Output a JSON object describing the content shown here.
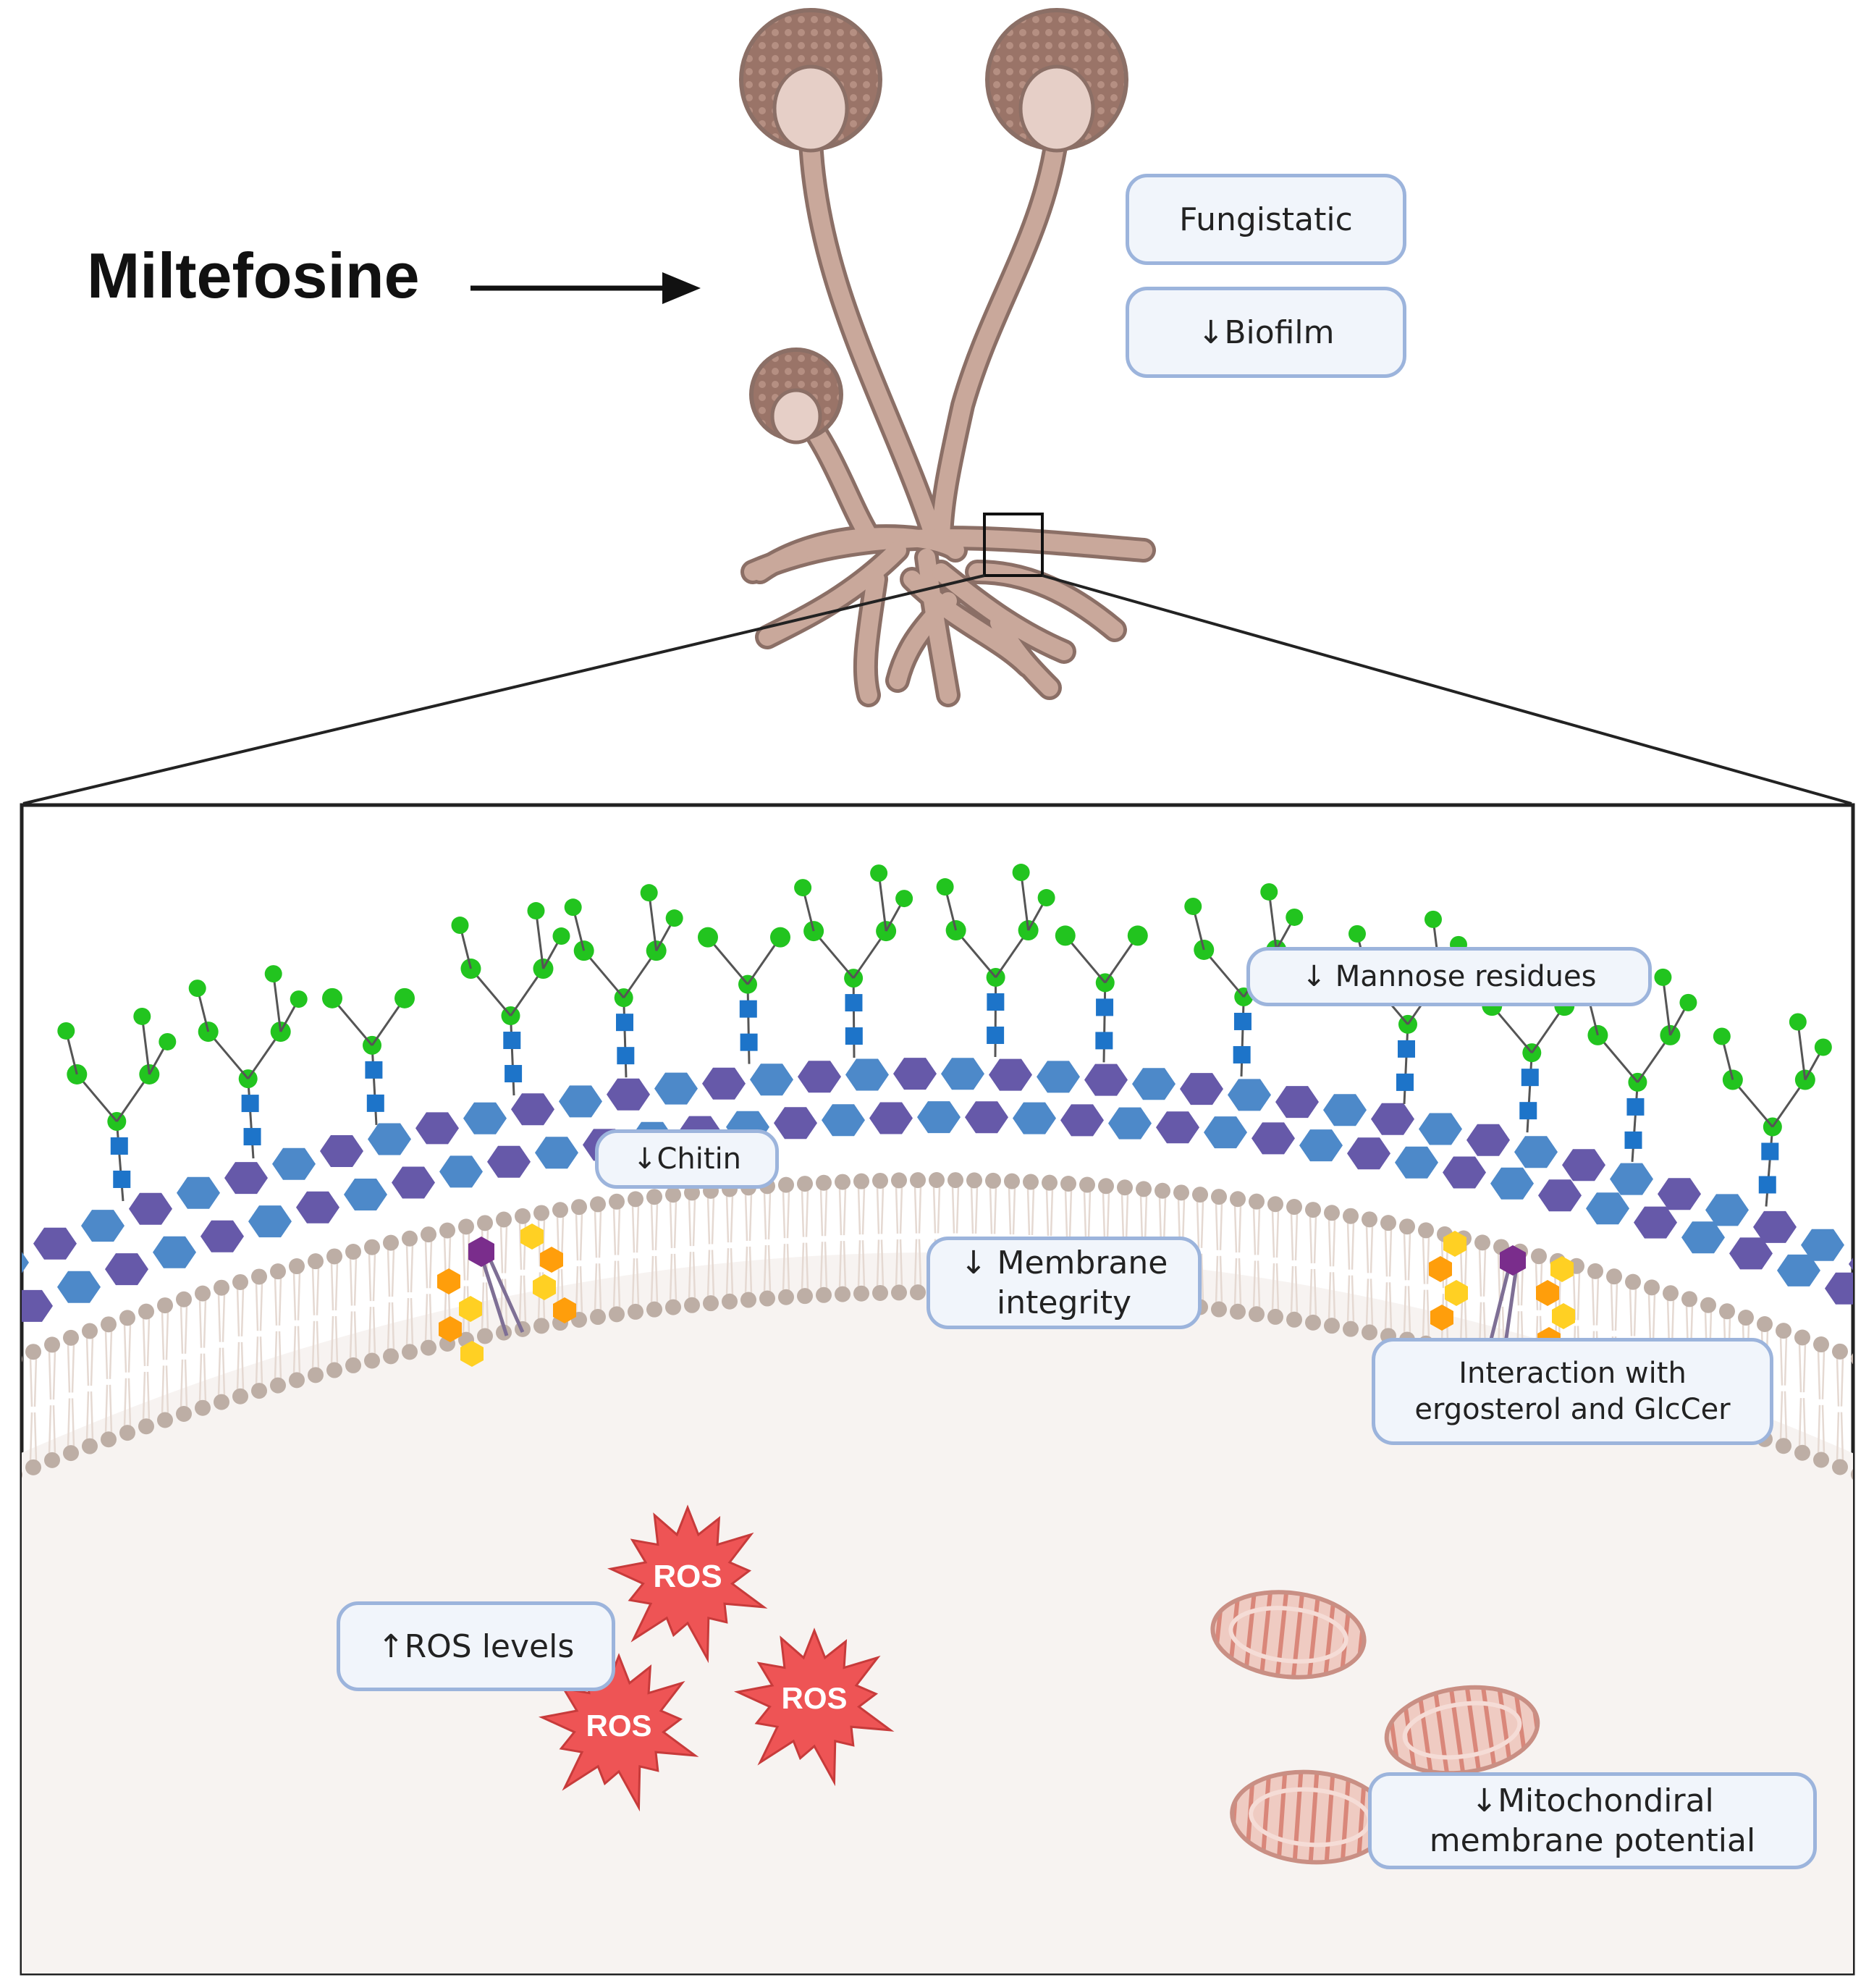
{
  "drug": {
    "name": "Miltefosine"
  },
  "effects": {
    "fungistatic": "Fungistatic",
    "biofilm": "↓Biofilm",
    "mannose": "↓ Mannose residues",
    "chitin": "↓Chitin",
    "membrane_line1": "↓ Membrane",
    "membrane_line2": "integrity",
    "ergosterol_line1": "Interaction with",
    "ergosterol_line2": "ergosterol and GlcCer",
    "ros": "↑ROS levels",
    "mito_line1": "↓Mitochondiral",
    "mito_line2": "membrane potential"
  },
  "ros_bursts": [
    "ROS",
    "ROS",
    "ROS"
  ],
  "colors": {
    "fungus": "#c9a89b",
    "fungus_outline": "#8b6f66",
    "sporangium": "#9a7468",
    "wall_blue": "#4d89c9",
    "wall_purple": "#6659a9",
    "glycan_green": "#22c41f",
    "glycan_blue": "#1d74c9",
    "ergosterol_orange": "#ff9e0b",
    "ergosterol_yellow": "#ffd023",
    "glccer_purple": "#7a2d8c",
    "lipid_head": "#bdaea5",
    "cell_interior": "#f7f3f1",
    "ros_red": "#ee5455",
    "mito": "#e3a598",
    "label_border": "#9cb4dc"
  },
  "icons": [
    "arrow-right-icon",
    "fungus-icon",
    "zoom-box-icon",
    "mitochondrion-icon",
    "ros-burst-icon",
    "glycan-icon"
  ]
}
